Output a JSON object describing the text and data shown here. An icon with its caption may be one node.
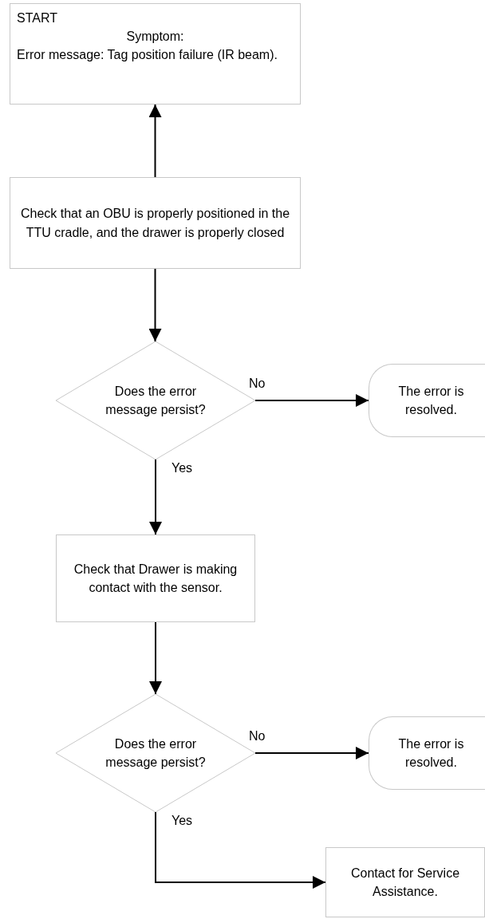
{
  "diagram": {
    "nodes": [
      {
        "text": [
          "START",
          "Symptom:",
          "Error message: Tag position failure (IR beam)."
        ]
      },
      {
        "text": [
          "Check that an OBU is properly positioned in the TTU cradle, and the drawer is properly closed"
        ]
      },
      {
        "text": [
          "Does the error message persist?"
        ]
      },
      {
        "text": [
          "The error is resolved."
        ]
      },
      {
        "text": [
          "Check that Drawer is making contact with the sensor."
        ]
      },
      {
        "text": [
          "Does the error message persist?"
        ]
      },
      {
        "text": [
          "The error is resolved."
        ]
      },
      {
        "text": [
          "Contact for Service Assistance."
        ]
      }
    ],
    "edges": [
      {
        "from": 1,
        "to": 0,
        "arrow": "to"
      },
      {
        "from": 1,
        "to": 2,
        "arrow": "to"
      },
      {
        "from": 2,
        "to": 3,
        "arrow": "to",
        "label": "No"
      },
      {
        "from": 2,
        "to": 4,
        "arrow": "to",
        "label": "Yes"
      },
      {
        "from": 4,
        "to": 5,
        "arrow": "to"
      },
      {
        "from": 5,
        "to": 6,
        "arrow": "to",
        "label": "No"
      },
      {
        "from": 5,
        "to": 7,
        "arrow": "to",
        "label": "Yes"
      }
    ]
  }
}
